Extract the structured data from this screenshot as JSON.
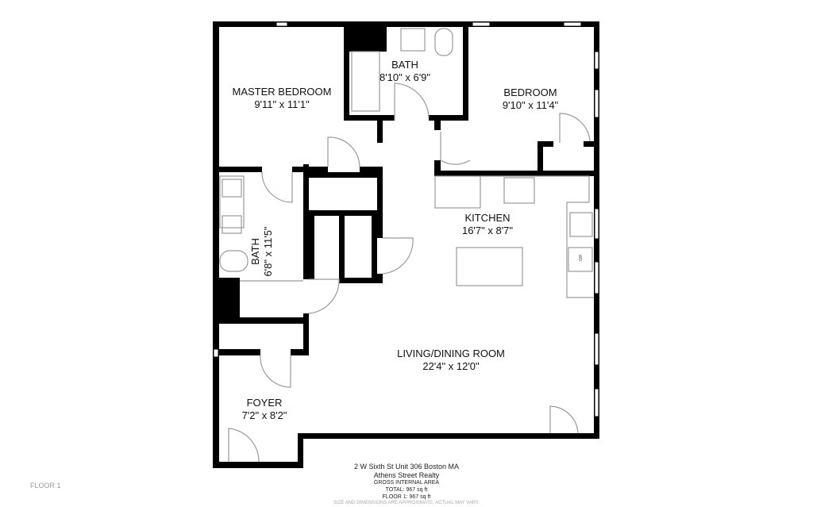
{
  "rooms": [
    {
      "name": "MASTER BEDROOM",
      "dims": "9'11\" x 11'1\""
    },
    {
      "name": "BATH",
      "dims": "8'10\" x 6'9\""
    },
    {
      "name": "BEDROOM",
      "dims": "9'10\" x 11'4\""
    },
    {
      "name": "KITCHEN",
      "dims": "16'7\" x 8'7\""
    },
    {
      "name": "BATH",
      "dims": "6'8\" x 11'5\""
    },
    {
      "name": "LIVING/DINING ROOM",
      "dims": "22'4\" x 12'0\""
    },
    {
      "name": "FOYER",
      "dims": "7'2\" x 8'2\""
    }
  ],
  "footer": {
    "address": "2 W Sixth St Unit 306 Boston MA",
    "agency": "Athens Street Realty",
    "gia_title": "GROSS INTERNAL AREA",
    "total": "TOTAL: 967 sq ft",
    "floor1": "FLOOR 1: 967 sq ft",
    "disclaimer": "SIZE AND DIMENSIONS ARE APPROXIMATE, ACTUAL MAY VARY."
  },
  "floor_label": "FLOOR 1",
  "appliance_label": "WD",
  "colors": {
    "wall": "#000000",
    "fixture": "#999999"
  }
}
